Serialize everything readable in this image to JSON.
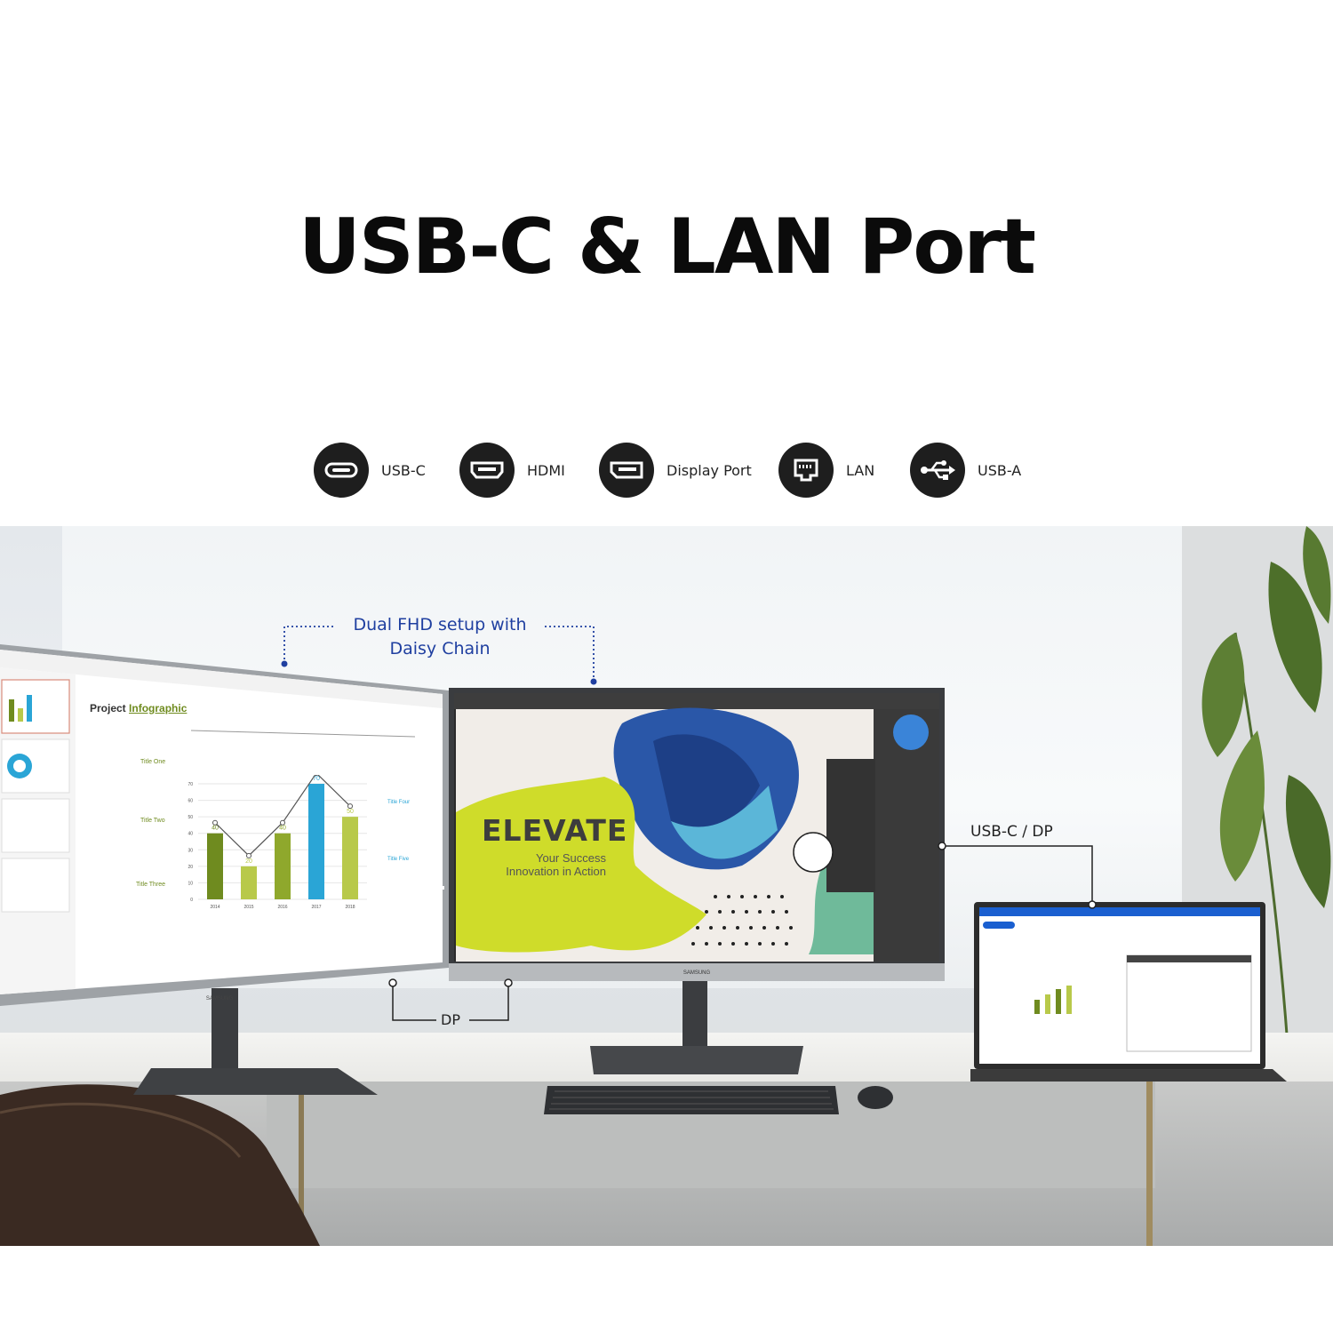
{
  "title": "USB-C & LAN Port",
  "ports": [
    {
      "label": "USB-C",
      "icon": "usb-c-port-icon"
    },
    {
      "label": "HDMI",
      "icon": "hdmi-port-icon"
    },
    {
      "label": "Display Port",
      "icon": "displayport-port-icon"
    },
    {
      "label": "LAN",
      "icon": "lan-port-icon"
    },
    {
      "label": "USB-A",
      "icon": "usb-a-icon"
    }
  ],
  "callouts": {
    "daisy_chain_line1": "Dual FHD setup with",
    "daisy_chain_line2": "Daisy Chain",
    "usbc_dp": "USB-C / DP",
    "dp": "DP"
  },
  "left_monitor": {
    "slide_title_a": "Project",
    "slide_title_b": "Infographic",
    "items": [
      "Title One",
      "Title Two",
      "Title Three",
      "Title Four",
      "Title Five"
    ],
    "y_ticks": [
      "70",
      "60",
      "50",
      "40",
      "30",
      "20",
      "10",
      "0"
    ],
    "x_ticks": [
      "2014",
      "2015",
      "2016",
      "2017",
      "2018"
    ],
    "bar_values": [
      40,
      20,
      40,
      70,
      50
    ],
    "brand": "SAMSUNG"
  },
  "center_monitor": {
    "headline": "ELEVATE",
    "sub1": "Your Success",
    "sub2": "Innovation in Action",
    "brand": "SAMSUNG"
  },
  "colors": {
    "accent_blue": "#1f3fa0",
    "port_circle": "#1e1e1e",
    "chart_green": "#6f8b1f",
    "chart_cyan": "#2aa5d6",
    "lime": "#cfdc2a"
  }
}
